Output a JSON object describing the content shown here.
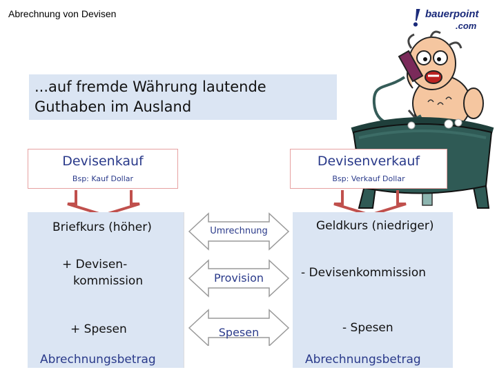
{
  "header": {
    "title": "Abrechnung von Devisen"
  },
  "logo": {
    "mark": "!",
    "name": "bauerpoint",
    "tld": ".com"
  },
  "banner": {
    "line1": "...auf fremde Währung lautende",
    "line2": "Guthaben im Ausland"
  },
  "left_box": {
    "heading": "Devisenkauf",
    "example": "Bsp: Kauf Dollar"
  },
  "right_box": {
    "heading": "Devisenverkauf",
    "example": "Bsp: Verkauf Dollar"
  },
  "left_column": {
    "rate": "Briefkurs (höher)",
    "commission_line1": "+ Devisen-",
    "commission_line2": "kommission",
    "fees": "+ Spesen",
    "total": "Abrechnungsbetrag"
  },
  "right_column": {
    "rate": "Geldkurs (niedriger)",
    "commission": "- Devisenkommission",
    "fees": "- Spesen",
    "total": "Abrechnungsbetrag"
  },
  "arrows": {
    "conversion": "Umrechnung",
    "commission": "Provision",
    "fees": "Spesen"
  },
  "colors": {
    "banner": "#dbe5f3",
    "panel": "#dbe5f3",
    "accent_text": "#2a3a8a",
    "down_arrow": "#c0504d"
  }
}
